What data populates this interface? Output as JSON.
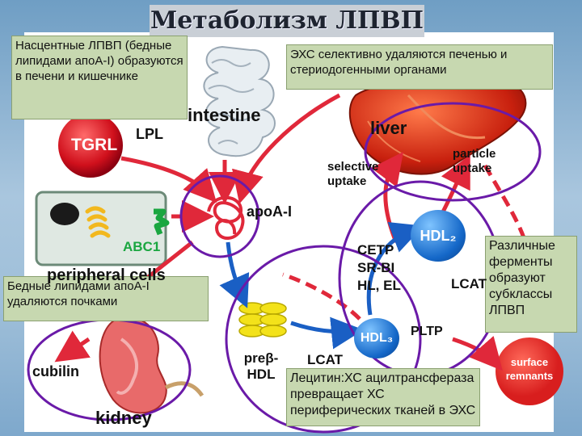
{
  "title": "Метаболизм ЛПВП",
  "notes": {
    "nascent": "Насцентные ЛПВП (бедные липидами апоА-I) образуются в печени и кишечнике",
    "selective": "ЭХС селективно удаляются печенью и стериодогенными органами",
    "kidneys": "Бедные липидами апоА-I удаляются почками",
    "enzymes": "Различные ферменты образуют субклассы ЛПВП",
    "lcat": "Лецитин:ХС ацилтрансфераза превращает ХС периферических тканей в ЭХС"
  },
  "labels": {
    "intestine": "intestine",
    "liver": "liver",
    "tgrl": "TGRL",
    "lpl": "LPL",
    "abc1": "ABC1",
    "peripheral_cells": "peripheral cells",
    "apoa1": "apoA-I",
    "selective_uptake": "selective uptake",
    "particle_uptake": "particle uptake",
    "hdl2": "HDL₂",
    "hdl3": "HDL₃",
    "cetp": "CETP",
    "srbi": "SR-BI",
    "hl_el": "HL, EL",
    "lcat_right": "LCAT",
    "pltp": "PLTP",
    "prebeta_hdl": "preβ- HDL",
    "lcat_bottom": "LCAT",
    "cubilin": "cubilin",
    "kidney": "kidney",
    "surface_remnants": "surface remnants"
  },
  "colors": {
    "red_arrow": "#e0283a",
    "blue_arrow": "#1a5fc4",
    "ellipse": "#6a1aa8",
    "note_bg": "#c7d8b0",
    "hdl_blue": "#1467c8",
    "organ_red": "#d8281e",
    "prebeta_yellow": "#f3e21a"
  }
}
